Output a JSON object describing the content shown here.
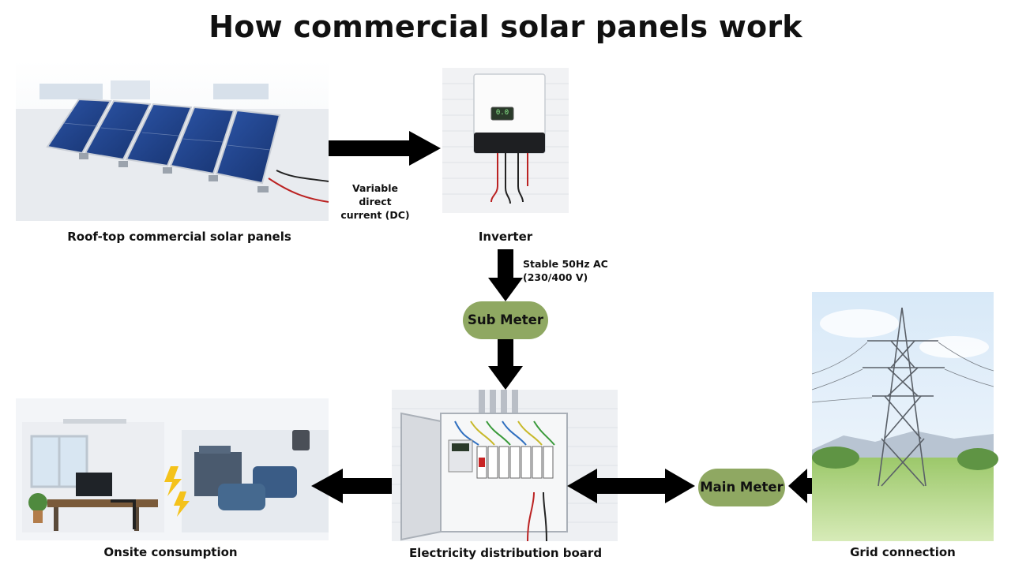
{
  "title": "How commercial solar panels work",
  "labels": {
    "panels": "Roof-top commercial solar panels",
    "inverter": "Inverter",
    "onsite": "Onsite consumption",
    "board": "Electricity distribution board",
    "grid": "Grid connection"
  },
  "notes": {
    "dc_line1": "Variable direct",
    "dc_line2": "current (DC)",
    "ac_line1": "Stable 50Hz AC",
    "ac_line2": "(230/400 V)"
  },
  "meters": {
    "sub": "Sub Meter",
    "main": "Main Meter"
  },
  "inverter_display": "0.0",
  "colors": {
    "meter": "#8fa862",
    "arrow": "#000000"
  }
}
